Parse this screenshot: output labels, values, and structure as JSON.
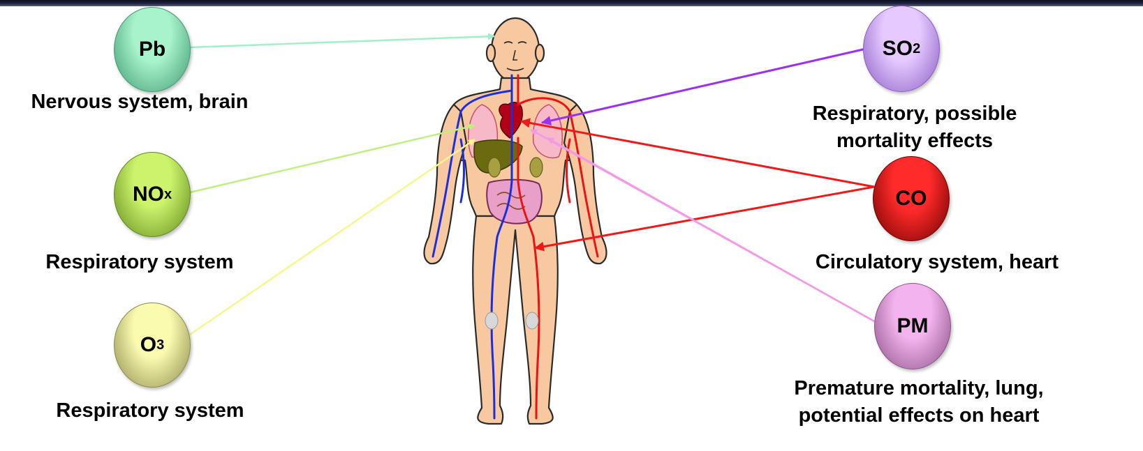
{
  "pollutants": [
    {
      "id": "pb",
      "formula": "Pb",
      "subscript": "",
      "effect": "Nervous system, brain",
      "effect_line2": "",
      "color_top": "#a8f3cb",
      "color_bottom": "#3f9a73",
      "arrow_color": "#a0f0c8"
    },
    {
      "id": "nox",
      "formula": "NO",
      "subscript": "x",
      "effect": "Respiratory system",
      "effect_line2": "",
      "color_top": "#cdf36c",
      "color_bottom": "#5f8a1c",
      "arrow_color": "#bff07f"
    },
    {
      "id": "o3",
      "formula": "O",
      "subscript": "3",
      "effect": "Respiratory system",
      "effect_line2": "",
      "color_top": "#fbfbb0",
      "color_bottom": "#8c8a4c",
      "arrow_color": "#f7f78a"
    },
    {
      "id": "so2",
      "formula": "SO",
      "subscript": "2",
      "effect": "Respiratory, possible",
      "effect_line2": "mortality effects",
      "color_top": "#e6c9ff",
      "color_bottom": "#8a5cc4",
      "arrow_color": "#9b30f0"
    },
    {
      "id": "co",
      "formula": "CO",
      "subscript": "",
      "effect": "Circulatory system, heart",
      "effect_line2": "",
      "color_top": "#ff2a2a",
      "color_bottom": "#6e0000",
      "arrow_color": "#f01818"
    },
    {
      "id": "pm",
      "formula": "PM",
      "subscript": "",
      "effect": "Premature mortality, lung,",
      "effect_line2": "potential effects on heart",
      "color_top": "#f3b3ee",
      "color_bottom": "#8a4f86",
      "arrow_color": "#f29ae8"
    }
  ]
}
